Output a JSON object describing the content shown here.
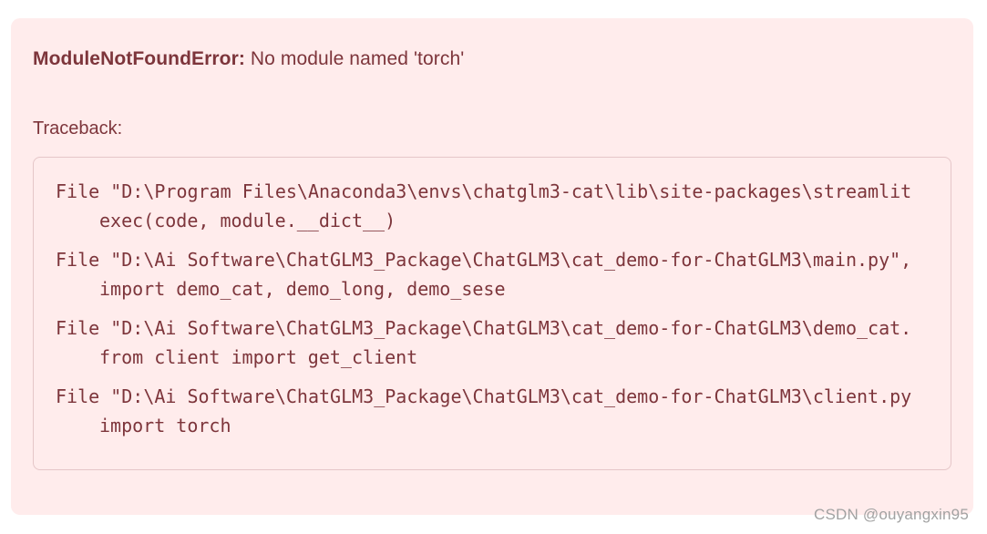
{
  "alert": {
    "error_name": "ModuleNotFoundError",
    "error_separator": ": ",
    "error_message": "No module named 'torch'",
    "traceback_label": "Traceback:",
    "colors": {
      "background": "#ffecec",
      "text": "#7d353b",
      "code_border": "#e5c6c8"
    }
  },
  "traceback": {
    "frames": [
      {
        "file": "File \"D:\\Program Files\\Anaconda3\\envs\\chatglm3-cat\\lib\\site-packages\\streamlit",
        "code": "exec(code, module.__dict__)"
      },
      {
        "file": "File \"D:\\Ai Software\\ChatGLM3_Package\\ChatGLM3\\cat_demo-for-ChatGLM3\\main.py\",",
        "code": "import demo_cat, demo_long, demo_sese"
      },
      {
        "file": "File \"D:\\Ai Software\\ChatGLM3_Package\\ChatGLM3\\cat_demo-for-ChatGLM3\\demo_cat.",
        "code": "from client import get_client"
      },
      {
        "file": "File \"D:\\Ai Software\\ChatGLM3_Package\\ChatGLM3\\cat_demo-for-ChatGLM3\\client.py",
        "code": "import torch"
      }
    ]
  },
  "watermark": {
    "text": "CSDN @ouyangxin95"
  }
}
